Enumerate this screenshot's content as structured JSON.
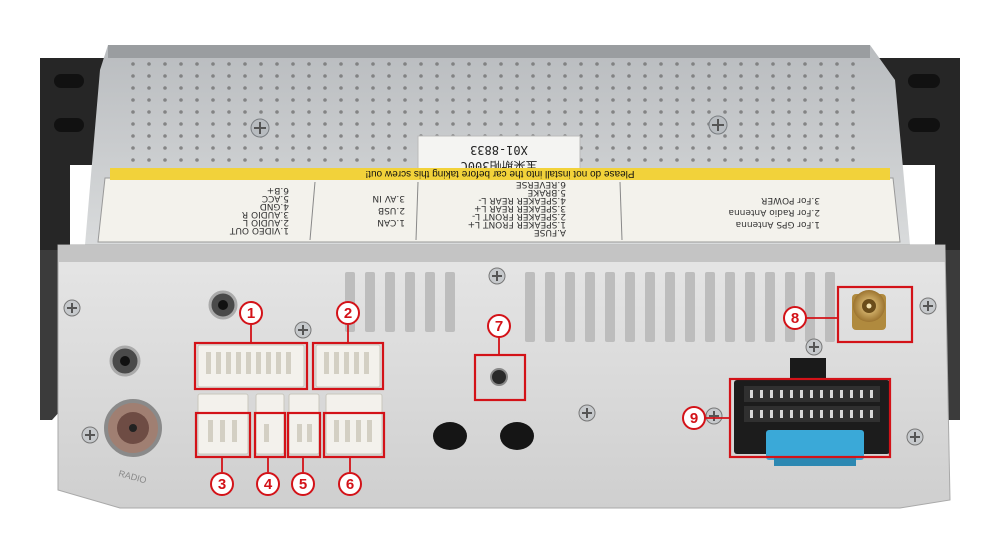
{
  "product": {
    "sticker_model": "X01-8833",
    "sticker_model_sub": "宝莱斯帕300C",
    "warning_text": "Please do not install into the car before taking this screw out!",
    "panel_marking": "RADIO"
  },
  "callouts": [
    {
      "number": "1",
      "part": "main-connector-1"
    },
    {
      "number": "2",
      "part": "main-connector-2"
    },
    {
      "number": "3",
      "part": "connector-3"
    },
    {
      "number": "4",
      "part": "connector-4"
    },
    {
      "number": "5",
      "part": "connector-5"
    },
    {
      "number": "6",
      "part": "connector-6"
    },
    {
      "number": "7",
      "part": "mounting-screw-hole"
    },
    {
      "number": "8",
      "part": "gps-antenna-socket"
    },
    {
      "number": "9",
      "part": "iso-power-harness-socket"
    }
  ],
  "label_lines": {
    "col1": [
      "1.For GPS Antenna",
      "2.For Radio Antenna",
      "3.For POWER"
    ],
    "col2": [
      "A.FUSE",
      "1.SPEAKER FRONT L+",
      "2.SPEAKER FRONT L-",
      "3.SPEAKER REAR L+",
      "4.SPEAKER REAR L-",
      "5.BRAKE",
      "6.REVERSE"
    ],
    "col3": [
      "1.CAN",
      "2.USB",
      "3.AV IN"
    ],
    "col4": [
      "1.VIDEO OUT",
      "2.AUDIO L",
      "3.AUDIO R",
      "4.GND",
      "5.ACC",
      "6.B+"
    ]
  },
  "colors": {
    "callout_red": "#d31218",
    "panel_gray": "#dcdcdc",
    "bracket_black": "#2a2a2a",
    "harness_blue": "#3aa9d8",
    "antenna_gold": "#c8a04a"
  }
}
